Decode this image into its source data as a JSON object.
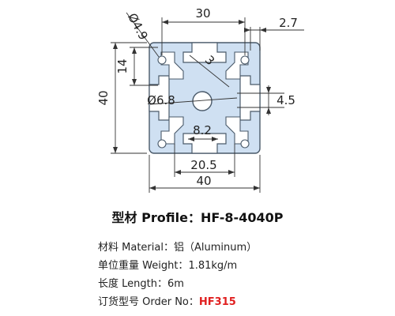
{
  "drawing": {
    "dims": {
      "top": "30",
      "right_top": "2.7",
      "hole_dia": "Ø4.9",
      "left_small": "14",
      "slot_width": "3",
      "center_hole": "Ø6.8",
      "right_mid": "4.5",
      "left_total": "40",
      "inner_slot": "8.2",
      "bottom_inner": "20.5",
      "bottom_total": "40"
    },
    "colors": {
      "profile_fill": "#cfe0f2",
      "profile_stroke": "#4a5a6a",
      "line": "#333333"
    }
  },
  "title": {
    "cn": "型材",
    "en": "Profile：",
    "code": "HF-8-4040P"
  },
  "specs": [
    {
      "label": "材料 Material：",
      "value": "铝（Aluminum）"
    },
    {
      "label": "单位重量 Weight：",
      "value": "1.81kg/m"
    },
    {
      "label": "长度 Length：",
      "value": "6m"
    },
    {
      "label": "订货型号 Order No：",
      "value": "HF315"
    }
  ],
  "accent_color": "#e02020"
}
